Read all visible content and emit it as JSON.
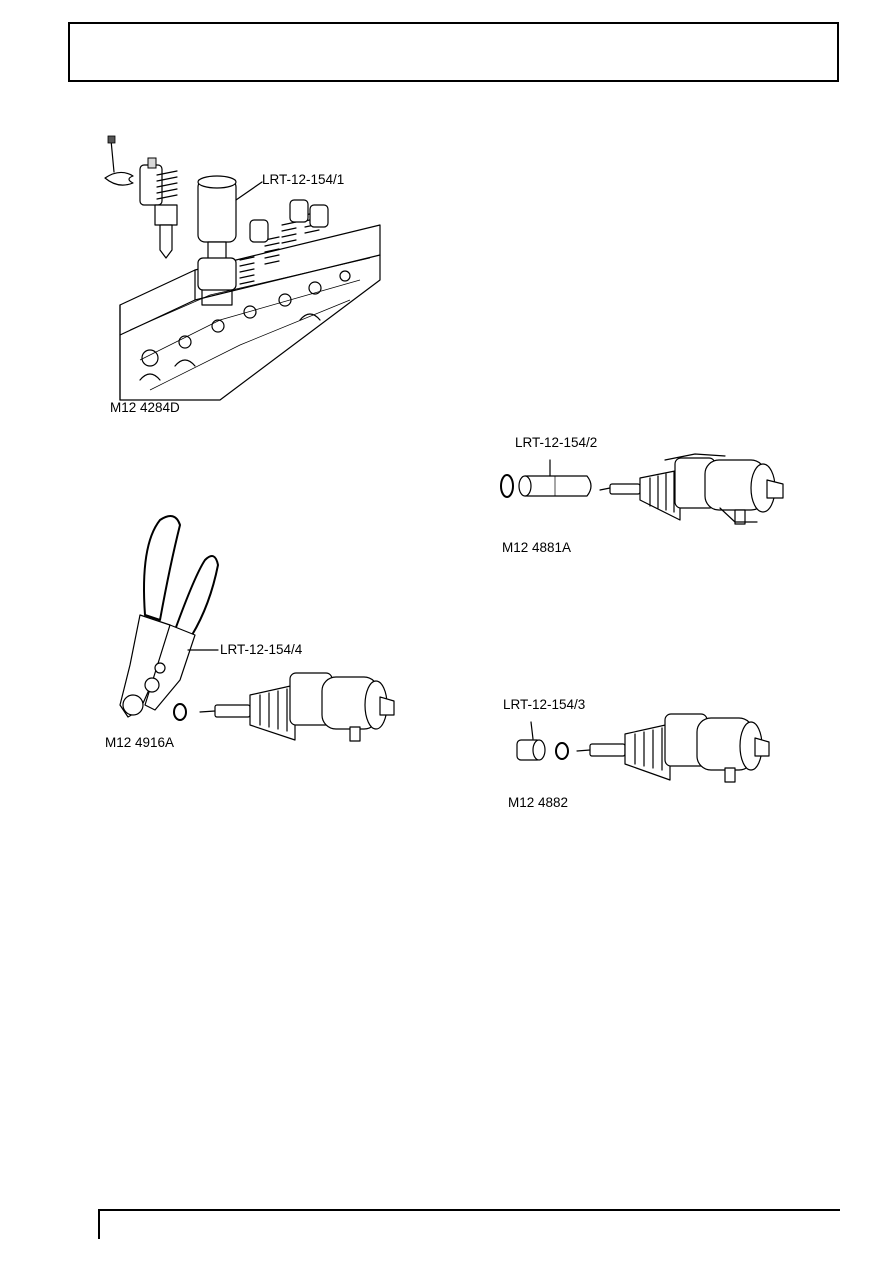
{
  "figures": [
    {
      "id": "M12 4284D",
      "callout": "LRT-12-154/1"
    },
    {
      "id": "M12 4881A",
      "callout": "LRT-12-154/2"
    },
    {
      "id": "M12 4916A",
      "callout": "LRT-12-154/4"
    },
    {
      "id": "M12 4882",
      "callout": "LRT-12-154/3"
    }
  ]
}
